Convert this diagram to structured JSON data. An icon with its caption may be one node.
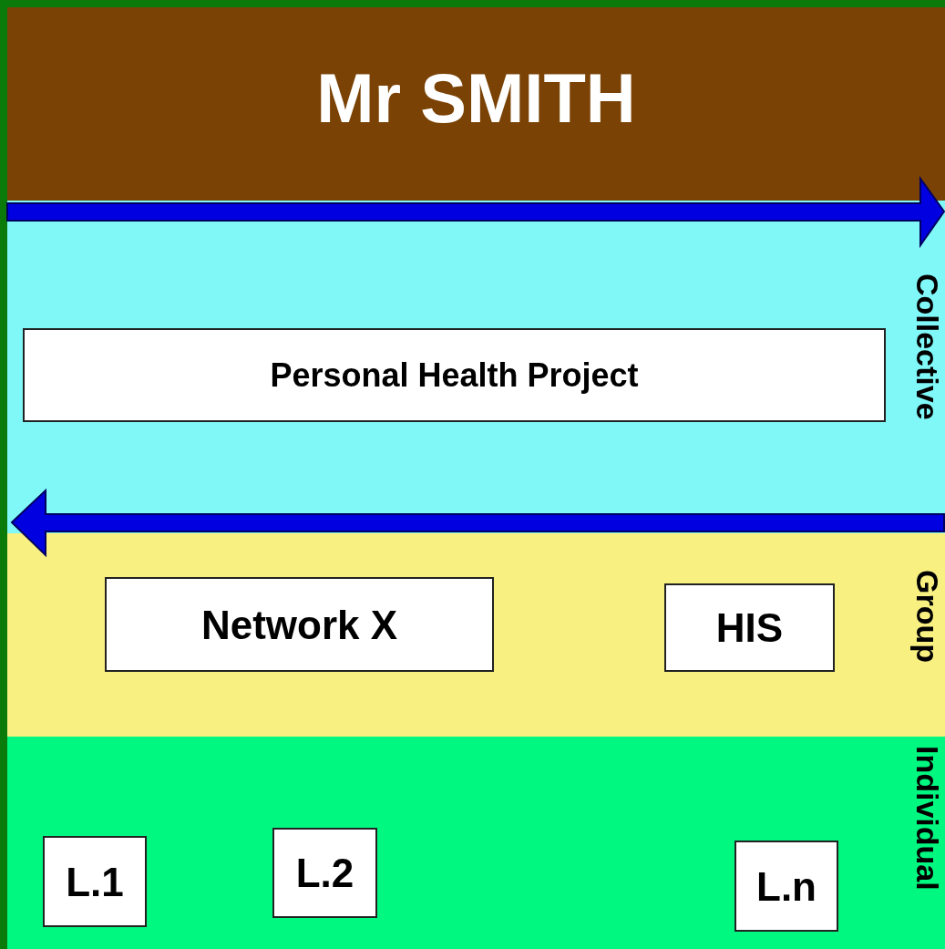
{
  "diagram": {
    "nodes": [
      {
        "text": [
          "Mr SMITH"
        ]
      },
      {
        "text": [
          "Collective"
        ]
      },
      {
        "text": [
          "Personal Health Project"
        ],
        "in": 1
      },
      {
        "text": [
          "Group"
        ]
      },
      {
        "text": [
          "Network X"
        ],
        "in": 3
      },
      {
        "text": [
          "HIS"
        ],
        "in": 3
      },
      {
        "text": [
          "Individual"
        ]
      },
      {
        "text": [
          "L.1"
        ],
        "in": 6
      },
      {
        "text": [
          "L.2"
        ],
        "in": 6
      },
      {
        "text": [
          "L.n"
        ],
        "in": 6
      }
    ]
  }
}
